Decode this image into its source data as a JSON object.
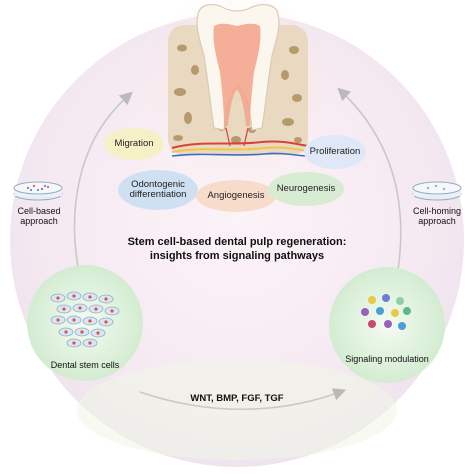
{
  "title_line1": "Stem cell-based dental pulp regeneration:",
  "title_line2": "insights from signaling pathways",
  "processes": {
    "migration": "Migration",
    "proliferation": "Proliferation",
    "odontogenic_line1": "Odontogenic",
    "odontogenic_line2": "differentiation",
    "angiogenesis": "Angiogenesis",
    "neurogenesis": "Neurogenesis"
  },
  "left_approach": {
    "line1": "Cell-based",
    "line2": "approach"
  },
  "right_approach": {
    "line1": "Cell-homing",
    "line2": "approach"
  },
  "stem_cells_label": "Dental stem cells",
  "signaling_label": "Signaling modulation",
  "pathways_label": "WNT, BMP, FGF, TGF",
  "colors": {
    "migration": "#f6f0c6",
    "proliferation": "#dfe8f6",
    "odontogenic": "#cfe0f3",
    "angiogenesis": "#f8dccb",
    "neurogenesis": "#d8ecd3",
    "stem_cell_circle": "#d9efd9",
    "signaling_circle": "#d9efd9"
  }
}
